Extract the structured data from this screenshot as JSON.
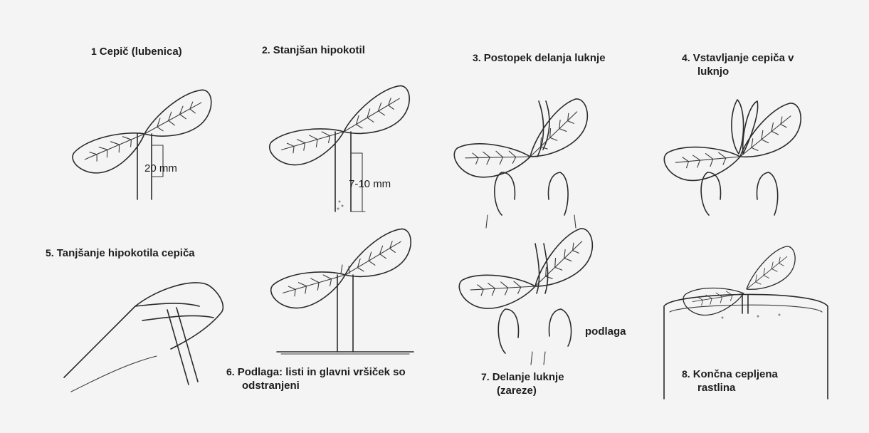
{
  "steps": [
    {
      "number": "1",
      "text": "Cepič (lubenica)"
    },
    {
      "number": "2.",
      "text": "Stanjšan hipokotil"
    },
    {
      "number": "3.",
      "text": "Postopek delanja luknje"
    },
    {
      "number": "4.",
      "text": "Vstavljanje cepiča v",
      "text2": "luknjo"
    },
    {
      "number": "5.",
      "text": "Tanjšanje hipokotila cepiča"
    },
    {
      "number": "6.",
      "text": "Podlaga: listi in glavni vršiček so",
      "text2": "odstranjeni"
    },
    {
      "number": "7.",
      "text": "Delanje luknje",
      "text2": "(zareze)"
    },
    {
      "number": "8.",
      "text": "Končna cepljena",
      "text2": "rastlina"
    }
  ],
  "measurements": {
    "m1": "20 mm",
    "m2": "7-10 mm"
  },
  "annotations": {
    "rootstock": "podlaga"
  }
}
